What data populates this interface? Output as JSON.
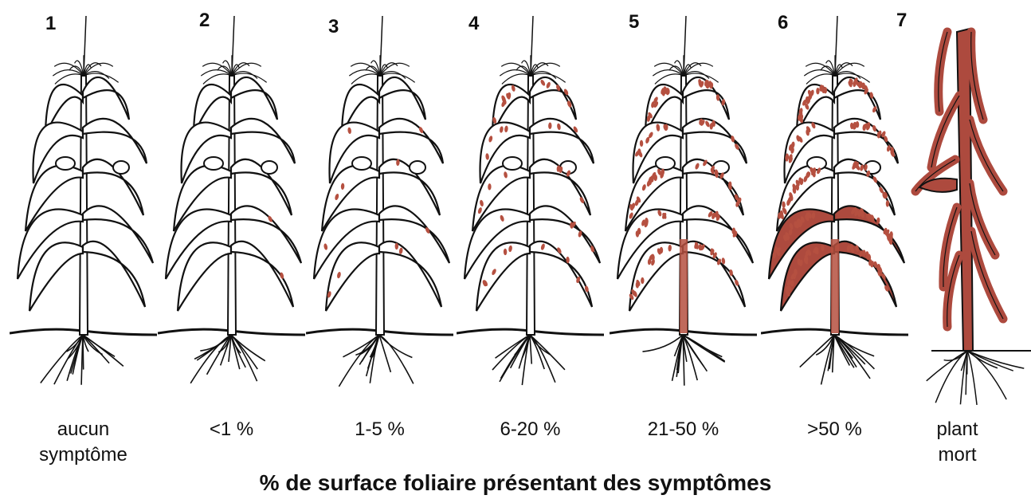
{
  "colors": {
    "lesion": "#b55040",
    "ink": "#111111",
    "dead": "#ad4a3e"
  },
  "icon": "maize-plant-icon",
  "stages": [
    {
      "number": "1",
      "label": "aucun\nsymptôme",
      "severity": 0.0
    },
    {
      "number": "2",
      "label": "<1 %",
      "severity": 0.01
    },
    {
      "number": "3",
      "label": "1-5 %",
      "severity": 0.05
    },
    {
      "number": "4",
      "label": "6-20 %",
      "severity": 0.2
    },
    {
      "number": "5",
      "label": "21-50 %",
      "severity": 0.5
    },
    {
      "number": "6",
      "label": ">50 %",
      "severity": 0.8
    },
    {
      "number": "7",
      "label": "plant\nmort",
      "severity": 1.0
    }
  ],
  "caption": "% de surface foliaire présentant des symptômes"
}
